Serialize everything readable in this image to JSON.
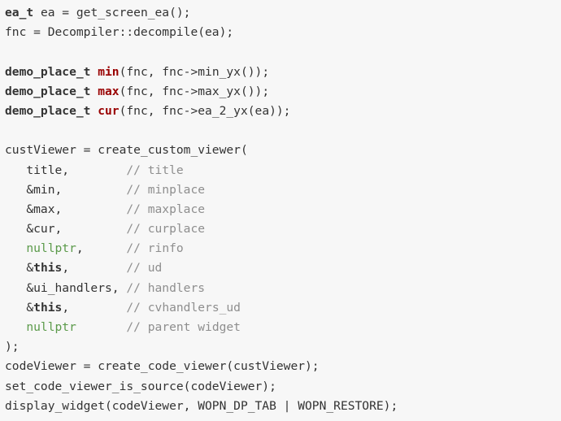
{
  "colors": {
    "background": "#f7f7f7",
    "text": "#333333",
    "function_name": "#990000",
    "comment": "#8e8e8e",
    "literal": "#5b9a4a"
  },
  "lines": [
    [
      {
        "t": "ea_t",
        "k": "kw"
      },
      {
        "t": " ea = get_screen_ea();"
      }
    ],
    [
      {
        "t": "fnc = Decompiler::decompile(ea);"
      }
    ],
    [],
    [
      {
        "t": "demo_place_t",
        "k": "kw"
      },
      {
        "t": " "
      },
      {
        "t": "min",
        "k": "fn"
      },
      {
        "t": "(fnc, fnc->min_yx());"
      }
    ],
    [
      {
        "t": "demo_place_t",
        "k": "kw"
      },
      {
        "t": " "
      },
      {
        "t": "max",
        "k": "fn"
      },
      {
        "t": "(fnc, fnc->max_yx());"
      }
    ],
    [
      {
        "t": "demo_place_t",
        "k": "kw"
      },
      {
        "t": " "
      },
      {
        "t": "cur",
        "k": "fn"
      },
      {
        "t": "(fnc, fnc->ea_2_yx(ea));"
      }
    ],
    [],
    [
      {
        "t": "custViewer = create_custom_viewer("
      }
    ],
    [
      {
        "t": "   title,        "
      },
      {
        "t": "// title",
        "k": "cm"
      }
    ],
    [
      {
        "t": "   &min,         "
      },
      {
        "t": "// minplace",
        "k": "cm"
      }
    ],
    [
      {
        "t": "   &max,         "
      },
      {
        "t": "// maxplace",
        "k": "cm"
      }
    ],
    [
      {
        "t": "   &cur,         "
      },
      {
        "t": "// curplace",
        "k": "cm"
      }
    ],
    [
      {
        "t": "   "
      },
      {
        "t": "nullptr",
        "k": "lit"
      },
      {
        "t": ",      "
      },
      {
        "t": "// rinfo",
        "k": "cm"
      }
    ],
    [
      {
        "t": "   &"
      },
      {
        "t": "this",
        "k": "kw"
      },
      {
        "t": ",        "
      },
      {
        "t": "// ud",
        "k": "cm"
      }
    ],
    [
      {
        "t": "   &ui_handlers, "
      },
      {
        "t": "// handlers",
        "k": "cm"
      }
    ],
    [
      {
        "t": "   &"
      },
      {
        "t": "this",
        "k": "kw"
      },
      {
        "t": ",        "
      },
      {
        "t": "// cvhandlers_ud",
        "k": "cm"
      }
    ],
    [
      {
        "t": "   "
      },
      {
        "t": "nullptr",
        "k": "lit"
      },
      {
        "t": "       "
      },
      {
        "t": "// parent widget",
        "k": "cm"
      }
    ],
    [
      {
        "t": ");"
      }
    ],
    [
      {
        "t": "codeViewer = create_code_viewer(custViewer);"
      }
    ],
    [
      {
        "t": "set_code_viewer_is_source(codeViewer);"
      }
    ],
    [
      {
        "t": "display_widget(codeViewer, WOPN_DP_TAB | WOPN_RESTORE);"
      }
    ]
  ]
}
